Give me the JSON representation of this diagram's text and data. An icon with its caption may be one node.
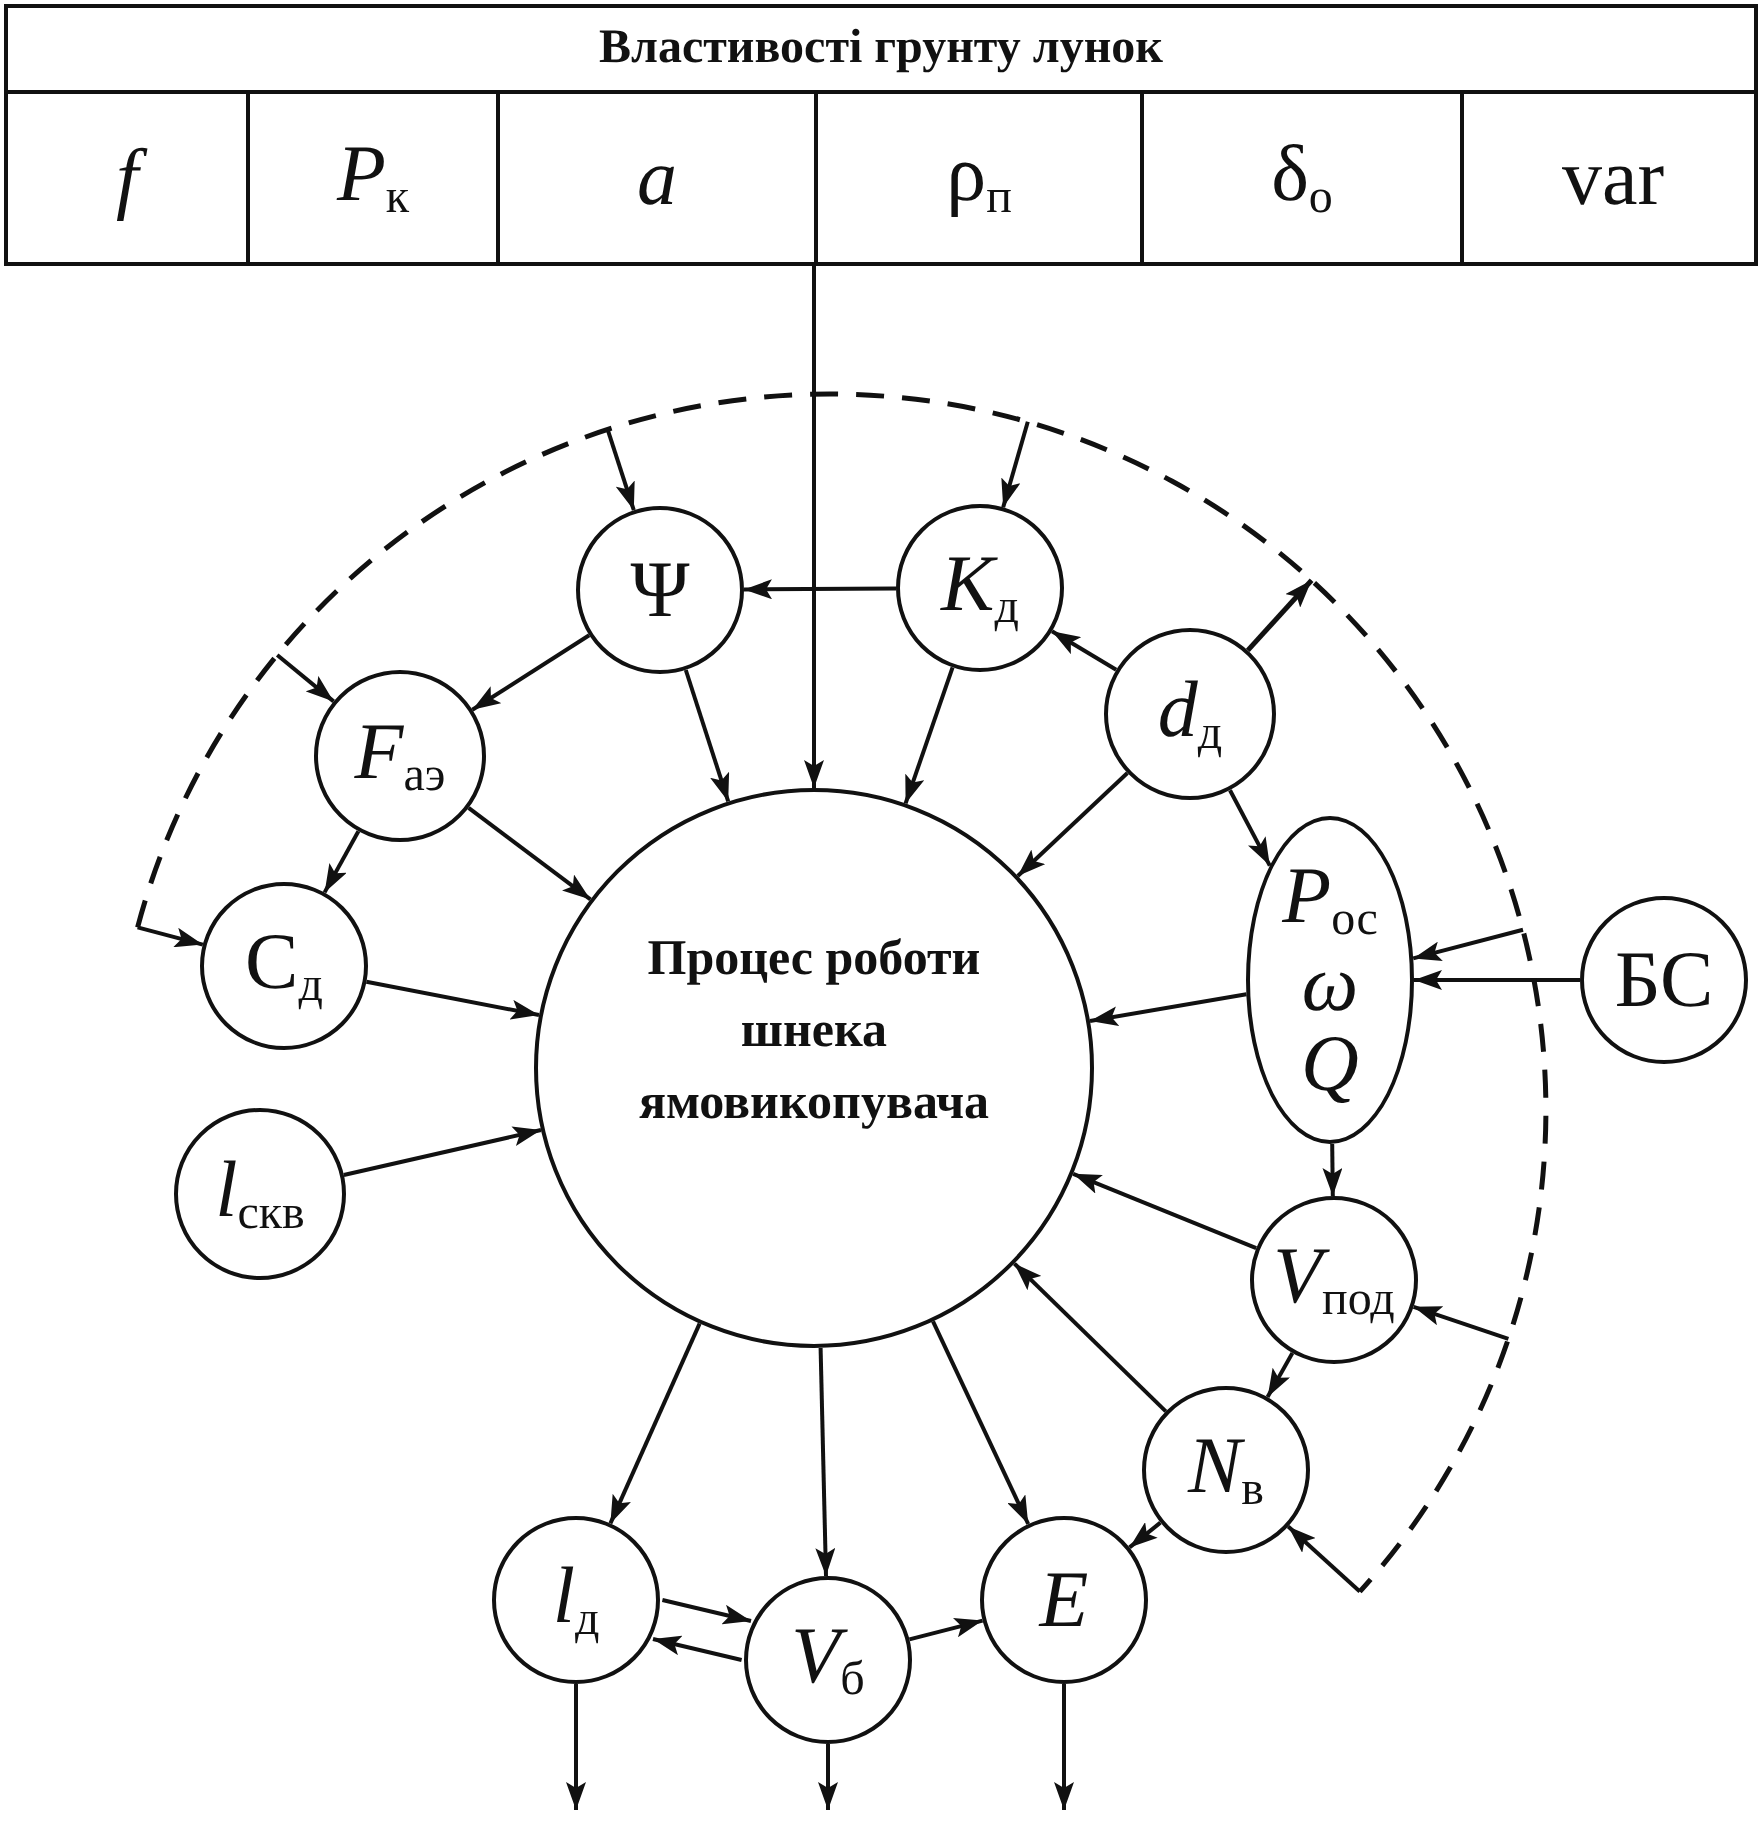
{
  "diagram": {
    "nodes": [
      {
        "text": [
          "Властивості грунту лунок"
        ]
      },
      {
        "text": [
          "f"
        ],
        "in": 0
      },
      {
        "text": [
          "*P*$_{к}$"
        ],
        "in": 0
      },
      {
        "text": [
          "a"
        ],
        "in": 0
      },
      {
        "text": [
          "ρ$_{п}$"
        ],
        "in": 0
      },
      {
        "text": [
          "δ$_{о}$"
        ],
        "in": 0
      },
      {
        "text": [
          "var"
        ],
        "in": 0
      },
      {
        "text": [
          "Процес роботи шнека ямовикопувача"
        ]
      },
      {
        "text": [
          "Ψ"
        ]
      },
      {
        "text": [
          "*K*$_{д}$"
        ]
      },
      {
        "text": [
          "*F*$_{аэ}$"
        ]
      },
      {
        "text": [
          "*d*$_{д}$"
        ]
      },
      {
        "text": [
          "С$_{д}$"
        ]
      },
      {
        "text": [
          "*P*$_{ос}$",
          "ω",
          "Q"
        ]
      },
      {
        "text": [
          "БС"
        ]
      },
      {
        "text": [
          "*l*$_{скв}$"
        ]
      },
      {
        "text": [
          "*V*$_{под}$"
        ]
      },
      {
        "text": [
          "*N*$_{в}$"
        ]
      },
      {
        "text": [
          "*l*$_{д}$"
        ]
      },
      {
        "text": [
          "*V*$_{б}$"
        ]
      },
      {
        "text": [
          "E"
        ]
      }
    ],
    "edges": [
      {
        "from": 0,
        "to": 7,
        "arrow": "to"
      },
      {
        "from": 9,
        "to": 8,
        "arrow": "to"
      },
      {
        "from": 8,
        "to": 10,
        "arrow": "to"
      },
      {
        "from": 8,
        "to": 7,
        "arrow": "to"
      },
      {
        "from": 9,
        "to": 7,
        "arrow": "to"
      },
      {
        "from": 10,
        "to": 12,
        "arrow": "to"
      },
      {
        "from": 10,
        "to": 7,
        "arrow": "to"
      },
      {
        "from": 12,
        "to": 7,
        "arrow": "to"
      },
      {
        "from": 15,
        "to": 7,
        "arrow": "to"
      },
      {
        "from": 11,
        "to": 9,
        "arrow": "to"
      },
      {
        "from": 11,
        "to": 7,
        "arrow": "to"
      },
      {
        "from": 11,
        "to": 13,
        "arrow": "to"
      },
      {
        "from": 13,
        "to": 7,
        "arrow": "to"
      },
      {
        "from": 14,
        "to": 13,
        "arrow": "to"
      },
      {
        "from": 13,
        "to": 16,
        "arrow": "to"
      },
      {
        "from": 16,
        "to": 7,
        "arrow": "to"
      },
      {
        "from": 16,
        "to": 17,
        "arrow": "to"
      },
      {
        "from": 17,
        "to": 7,
        "arrow": "to"
      },
      {
        "from": 17,
        "to": 20,
        "arrow": "to"
      },
      {
        "from": 7,
        "to": 18,
        "arrow": "to"
      },
      {
        "from": 7,
        "to": 19,
        "arrow": "to"
      },
      {
        "from": 7,
        "to": 20,
        "arrow": "to"
      },
      {
        "from": 18,
        "to": 19,
        "arrow": "to"
      },
      {
        "from": 19,
        "to": 18,
        "arrow": "to"
      },
      {
        "from": 19,
        "to": 20,
        "arrow": "to"
      },
      {
        "from": 18,
        "to": null,
        "arrow": "to"
      },
      {
        "from": 19,
        "to": null,
        "arrow": "to"
      },
      {
        "from": 20,
        "to": null,
        "arrow": "to"
      },
      {
        "from": 11,
        "to": 12,
        "arrow": "to",
        "style": "dashed"
      },
      {
        "from": 11,
        "to": 10,
        "arrow": "to",
        "style": "dashed"
      },
      {
        "from": 11,
        "to": 8,
        "arrow": "to",
        "style": "dashed"
      },
      {
        "from": 11,
        "to": 9,
        "arrow": "to",
        "style": "dashed"
      },
      {
        "from": 11,
        "to": 13,
        "arrow": "to",
        "style": "dashed"
      },
      {
        "from": 11,
        "to": 16,
        "arrow": "to",
        "style": "dashed"
      },
      {
        "from": 11,
        "to": 17,
        "arrow": "to",
        "style": "dashed"
      }
    ]
  }
}
